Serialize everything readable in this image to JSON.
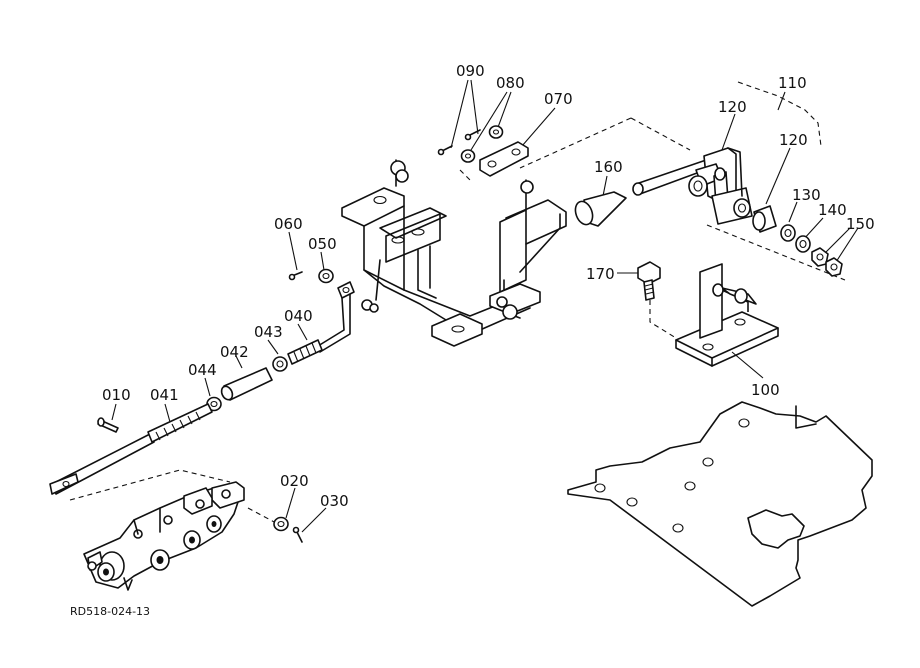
{
  "diagram": {
    "drawing_code": "RD518-024-13",
    "callouts": [
      "090",
      "080",
      "070",
      "110",
      "120",
      "120",
      "160",
      "130",
      "140",
      "150",
      "060",
      "050",
      "170",
      "040",
      "043",
      "042",
      "044",
      "100",
      "010",
      "041",
      "020",
      "030"
    ]
  }
}
